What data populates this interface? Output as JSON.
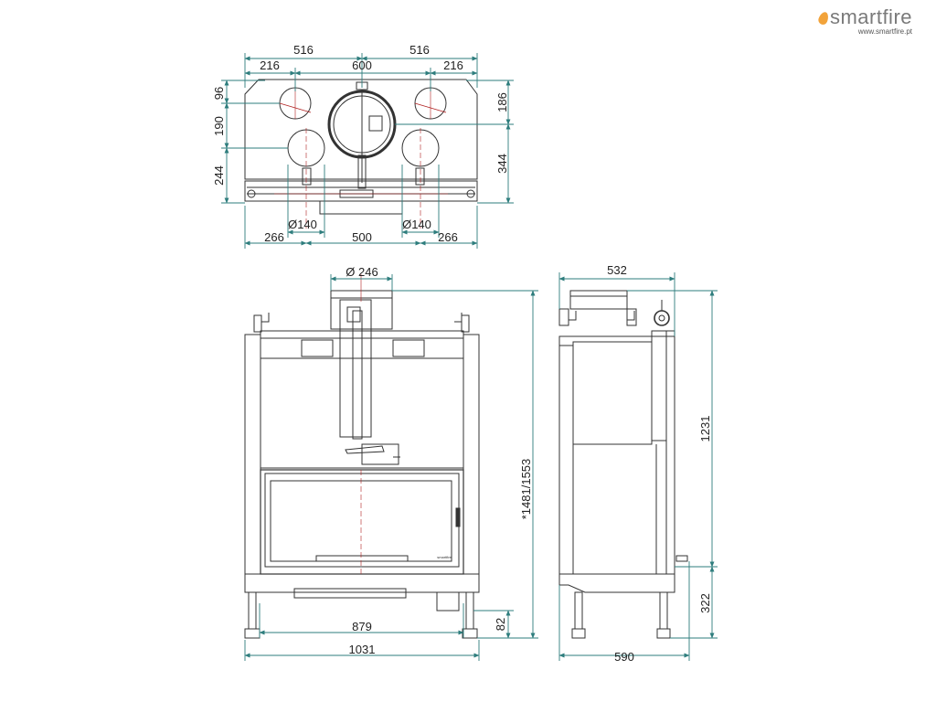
{
  "brand": {
    "name": "smartfire",
    "url": "www.smartfire.pt",
    "accent_color": "#f2a33a"
  },
  "colors": {
    "dimension_line": "#2e7d7d",
    "outline": "#333333",
    "centerline": "#b02020"
  },
  "top_view": {
    "overall_widths": [
      "516",
      "516"
    ],
    "segment_widths": [
      "216",
      "600",
      "216"
    ],
    "left_heights": [
      "96",
      "190",
      "244"
    ],
    "right_heights": [
      "186",
      "344"
    ],
    "bottom_widths": [
      "266",
      "500",
      "266"
    ],
    "duct_diameters": [
      "Ø140",
      "Ø140"
    ]
  },
  "front_view": {
    "flue_diameter": "Ø 246",
    "total_height": "*1481/1553",
    "inner_width": "879",
    "outer_width": "1031",
    "leg_height": "82",
    "door_brand": "smartfire"
  },
  "side_view": {
    "top_depth": "532",
    "body_height": "1231",
    "leg_height": "322",
    "base_depth": "590"
  }
}
